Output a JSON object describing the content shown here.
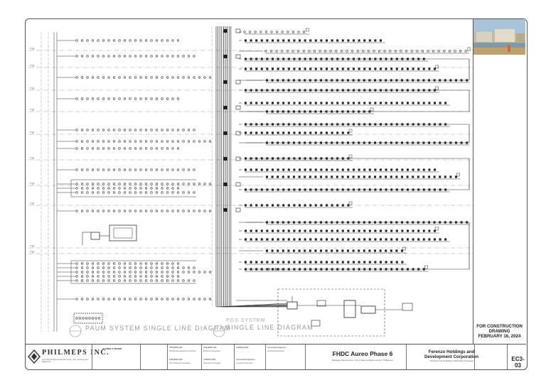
{
  "title_block": {
    "firm_name": "PHILMEPS INC.",
    "firm_person": "ALFRED V. PRADO",
    "project_name": "FHDC Aureo Phase 6",
    "project_location": "Barangay San Francisco, City of San Fernando La Union, Philippines",
    "client_name_line1": "Ferenzo Holdings and",
    "client_name_line2": "Development Corporation",
    "client_address": "17th Floor Ferenzo Building, FHDC Road, Pampanga",
    "sheet_number": "EC3-03",
    "consultants": [
      {
        "label": "PHILMEPS INC.",
        "sub": "Mechanical, Electrical, Plumbing"
      },
      {
        "label": "PHILMEPS INC.",
        "sub": "Fire Protection Consultant"
      },
      {
        "label": "PHILMEPS INC.",
        "sub": "Electrical Consultant"
      },
      {
        "label": "CONSULTANT",
        "sub": "Structural Consultant"
      },
      {
        "label": "CONSULTANT",
        "sub": "Architectural Consultant"
      },
      {
        "label": "Consultant Engineers",
        "sub": "Contract Documents"
      },
      {
        "label": "Consultant Engineers",
        "sub": "Contract Documents"
      }
    ]
  },
  "status": {
    "line1": "FOR CONSTRUCTION",
    "line2": "DRAWING",
    "line3": "FEBRUARY 16, 2024"
  },
  "captions": {
    "left_diagram": "PAUM SYSTEM SINGLE LINE DIAGRAM",
    "right_diagram_top": "PGS SYSTEM",
    "right_diagram": "SINGLE LINE DIAGRAM"
  }
}
